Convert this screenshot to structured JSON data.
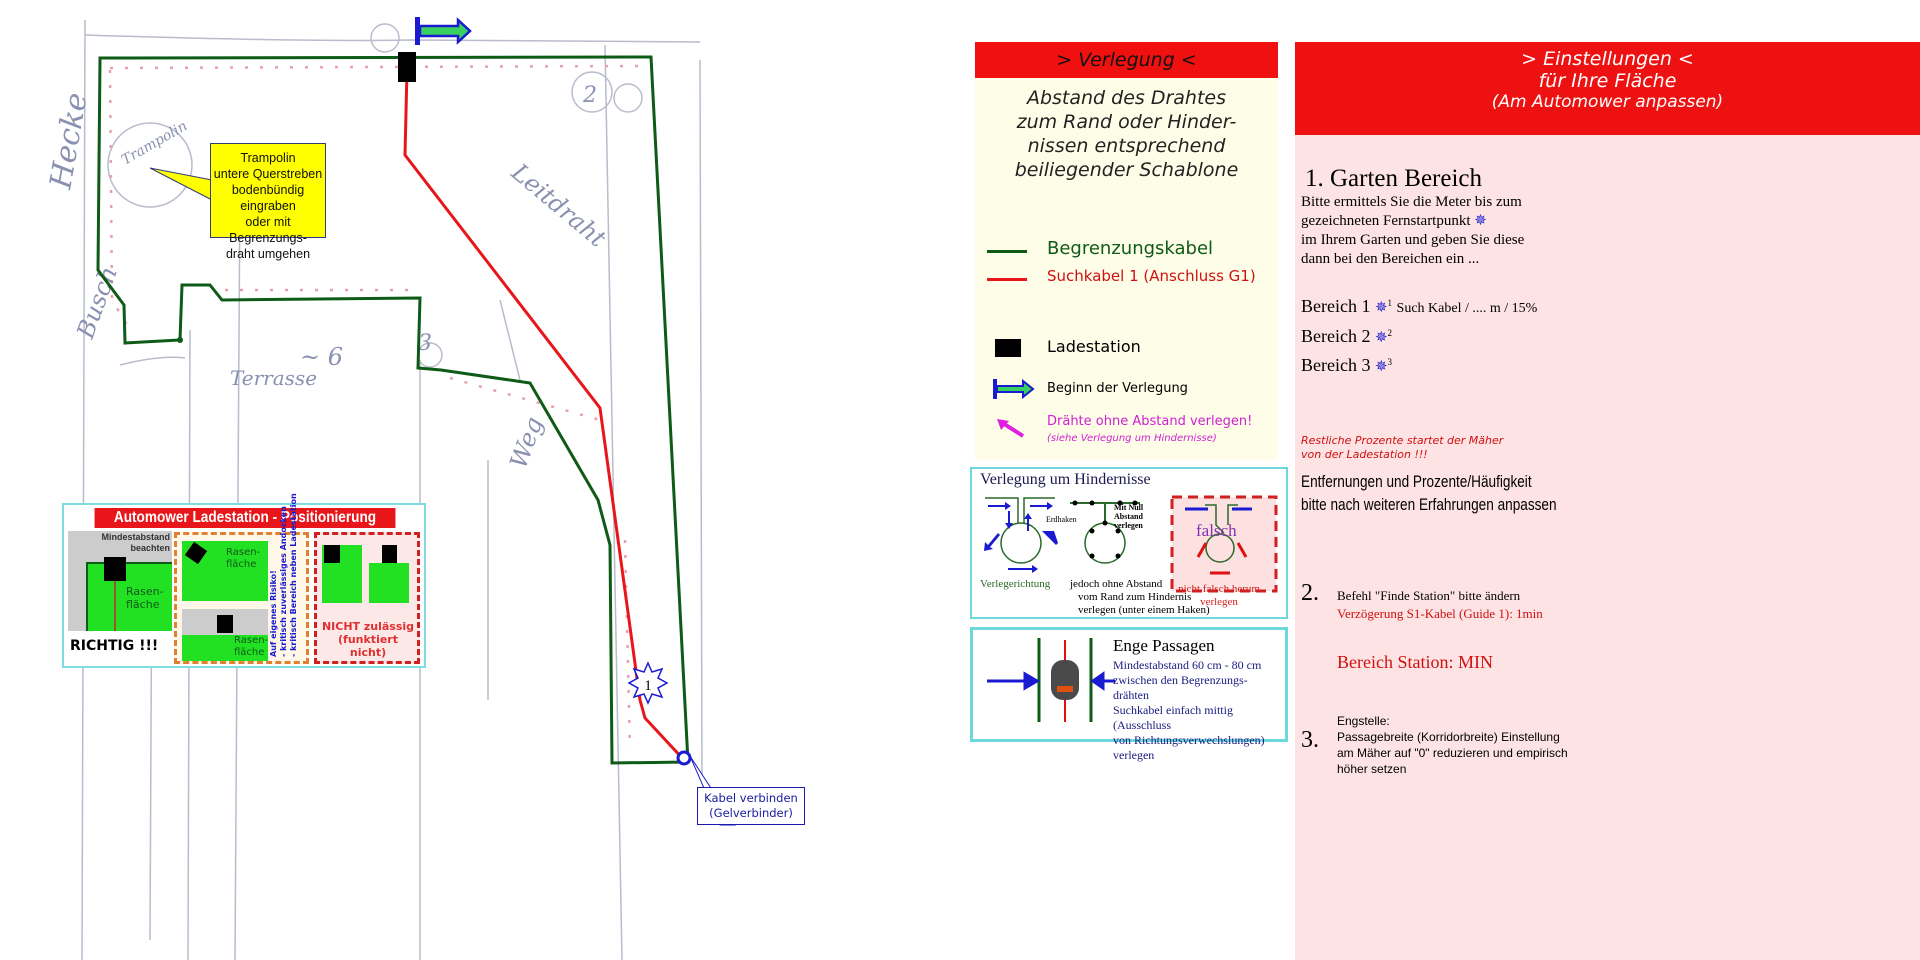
{
  "sketch": {
    "labels": {
      "hecke": "Hecke",
      "busch": "Busch",
      "terrasse": "Terrasse",
      "six": "~ 6",
      "leitdraht": "Leitdraht",
      "weg": "Weg",
      "three": "3",
      "two": "2",
      "trampolin": "Trampolin"
    },
    "callout_trampolin": [
      "Trampolin",
      "untere Querstreben",
      "bodenbündig eingraben",
      "oder mit Begrenzungs-",
      "draht umgehen"
    ],
    "callout_kabel": [
      "Kabel verbinden",
      "(Gelverbinder)"
    ],
    "star_label": "1"
  },
  "station_panel": {
    "title": "Automower Ladestation - Positionierung",
    "min_label_1": "Mindestabstand",
    "min_label_2": "beachten",
    "rasen_1": "Rasen-",
    "rasen_2": "fläche",
    "richtig": "RICHTIG !!!",
    "risk_1": "Auf eigenes Risiko!",
    "risk_2": "- kritisch zuverlässiges Andocken",
    "risk_3": "- kritisch Bereich neben Ladestation",
    "nicht_1": "NICHT zulässig",
    "nicht_2": "(funktiert nicht)"
  },
  "verlegung": {
    "header": "> Verlegung <",
    "intro": [
      "Abstand des Drahtes",
      "zum Rand oder Hinder-",
      "nissen entsprechend",
      "beiliegender Schablone"
    ],
    "legend": {
      "boundary": "Begrenzungskabel",
      "guide": "Suchkabel 1 (Anschluss G1)",
      "station": "Ladestation",
      "start": "Beginn der Verlegung",
      "no_gap": "Drähte ohne Abstand verlegen!",
      "no_gap_sub": "(siehe Verlegung um Hindernisse)"
    },
    "obstacles": {
      "title": "Verlegung um Hindernisse",
      "direction": "Verlegerichtung",
      "erdhaken": "Erdhaken",
      "null_1": "Mit Null",
      "null_2": "Abstand",
      "null_3": "verlegen",
      "note": [
        "jedoch ohne Abstand",
        "vom Rand zum Hindernis",
        "verlegen (unter einem Haken)"
      ],
      "falsch": "falsch",
      "wrong": [
        "nicht falsch herum",
        "verlegen"
      ]
    },
    "narrow": {
      "title": "Enge Passagen",
      "lines": [
        "Mindestabstand 60 cm - 80 cm",
        "zwischen den Begrenzungs-",
        "drähten",
        "Suchkabel einfach mittig (Ausschluss",
        "von Richtungsverwechslungen) verlegen"
      ]
    }
  },
  "settings": {
    "header": [
      "> Einstellungen <",
      "für Ihre Fläche",
      "(Am Automower anpassen)"
    ],
    "s1_title": "1. Garten Bereich",
    "s1_text": [
      "Bitte ermittels Sie die Meter bis zum",
      "gezeichneten Fernstartpunkt",
      "im Ihrem Garten und geben Sie diese",
      "dann bei den Bereichen ein ..."
    ],
    "areas": [
      {
        "label": "Bereich 1",
        "star": "1",
        "note": "Such Kabel / .... m / 15%"
      },
      {
        "label": "Bereich 2",
        "star": "2",
        "note": ""
      },
      {
        "label": "Bereich 3",
        "star": "3",
        "note": ""
      }
    ],
    "rest": [
      "Restliche Prozente  startet der Mäher",
      "von der Ladestation !!!"
    ],
    "adjust": [
      "Entfernungen und Prozente/Häufigkeit",
      "bitte nach weiteren Erfahrungen anpassen"
    ],
    "s2_num": "2.",
    "s2_text": "Befehl \"Finde Station\" bitte ändern",
    "s2_delay": "Verzögerung S1-Kabel (Guide 1): 1min",
    "s2_area": "Bereich Station: MIN",
    "s3_num": "3.",
    "s3_title": "Engstelle:",
    "s3_text": [
      "Passagebreite (Korridorbreite) Einstellung",
      "am Mäher auf \"0\" reduzieren und empirisch",
      "höher setzen"
    ]
  },
  "colors": {
    "boundary": "#0e5a17",
    "guide": "#e8161b",
    "header_red": "#ee1111",
    "cyan": "#6dd8dc",
    "pink": "#fde3e3",
    "cream": "#fefde8",
    "blue": "#1a1ad0",
    "magenta": "#e020e0"
  }
}
